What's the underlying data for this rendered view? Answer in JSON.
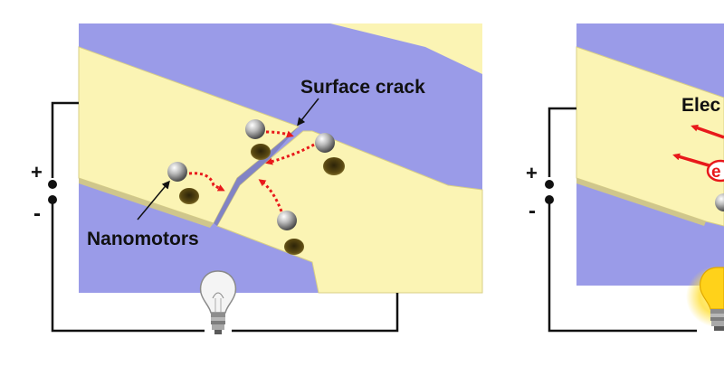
{
  "labels": {
    "surface_crack": "Surface crack",
    "nanomotors": "Nanomotors",
    "electrons_partial": "Elec",
    "electron_symbol_partial": "e",
    "left_plus": "+",
    "left_minus": "-",
    "right_plus": "+",
    "right_minus": "-"
  },
  "colors": {
    "substrate": "#9a9be8",
    "conductor": "#fbf4b4",
    "conductor_edge": "#d8cf86",
    "wire": "#111111",
    "path_arrow": "#e8191b",
    "bulb_on": "#ffd21a"
  },
  "icons": {
    "left_bulb": "light-bulb-off-icon",
    "right_bulb": "light-bulb-on-icon"
  }
}
